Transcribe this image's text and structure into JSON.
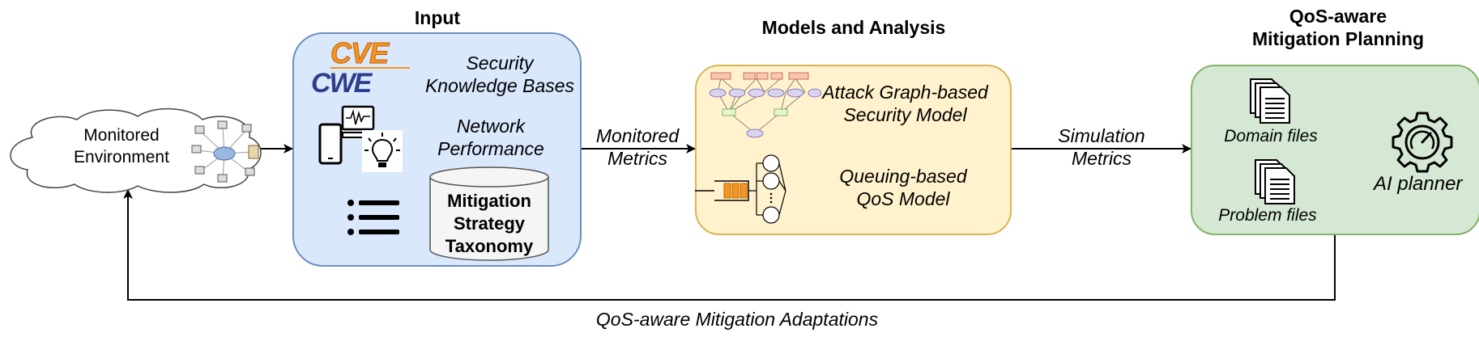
{
  "input": {
    "title": "Input",
    "kb_label": "Security Knowledge Bases",
    "kb_line1": "Security",
    "kb_line2": "Knowledge Bases",
    "net_line1": "Network",
    "net_line2": "Performance",
    "db_line1": "Mitigation",
    "db_line2": "Strategy",
    "db_line3": "Taxonomy",
    "cve_logo": "CVE",
    "cwe_logo": "CWE"
  },
  "environment": {
    "line1": "Monitored",
    "line2": "Environment"
  },
  "arrows": {
    "monitored_line1": "Monitored",
    "monitored_line2": "Metrics",
    "simulation_line1": "Simulation",
    "simulation_line2": "Metrics",
    "feedback": "QoS-aware Mitigation Adaptations"
  },
  "models": {
    "title": "Models and Analysis",
    "attack_line1": "Attack Graph-based",
    "attack_line2": "Security Model",
    "queue_line1": "Queuing-based",
    "queue_line2": "QoS Model"
  },
  "planning": {
    "title_line1": "QoS-aware",
    "title_line2": "Mitigation Planning",
    "domain_files": "Domain files",
    "problem_files": "Problem files",
    "ai_planner": "AI planner"
  },
  "colors": {
    "input_fill": "#dae8fc",
    "input_border": "#6c8ebf",
    "models_fill": "#fff2cc",
    "models_border": "#d6b656",
    "planning_fill": "#d5e8d4",
    "planning_border": "#82b366",
    "cve_orange": "#f7941d",
    "cwe_blue": "#2e3e8c"
  },
  "icons": [
    "network-diagram-icon",
    "cve-logo",
    "cwe-logo",
    "smartphone-icon",
    "monitor-chart-icon",
    "lightbulb-icon",
    "list-icon",
    "database-icon",
    "document-stack-icon",
    "gear-gauge-icon",
    "attack-graph-icon",
    "queue-network-icon"
  ]
}
